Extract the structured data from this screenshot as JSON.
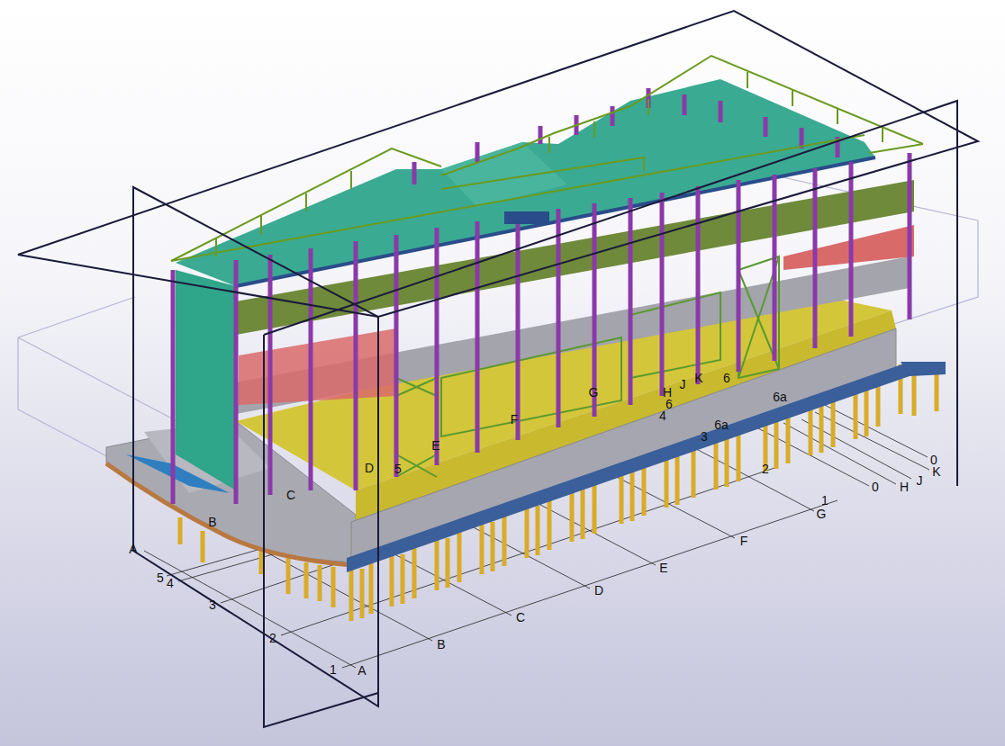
{
  "diagram": {
    "labels": [
      "A",
      "5",
      "4",
      "3",
      "2",
      "1",
      "A",
      "B",
      "C",
      "D",
      "E",
      "F",
      "G",
      "1",
      "2",
      "3",
      "6a",
      "6a",
      "0",
      "H",
      "J",
      "K",
      "0",
      "B",
      "C",
      "D",
      "5",
      "E",
      "F",
      "G",
      "H",
      "6",
      "4",
      "J",
      "K",
      "6"
    ]
  }
}
